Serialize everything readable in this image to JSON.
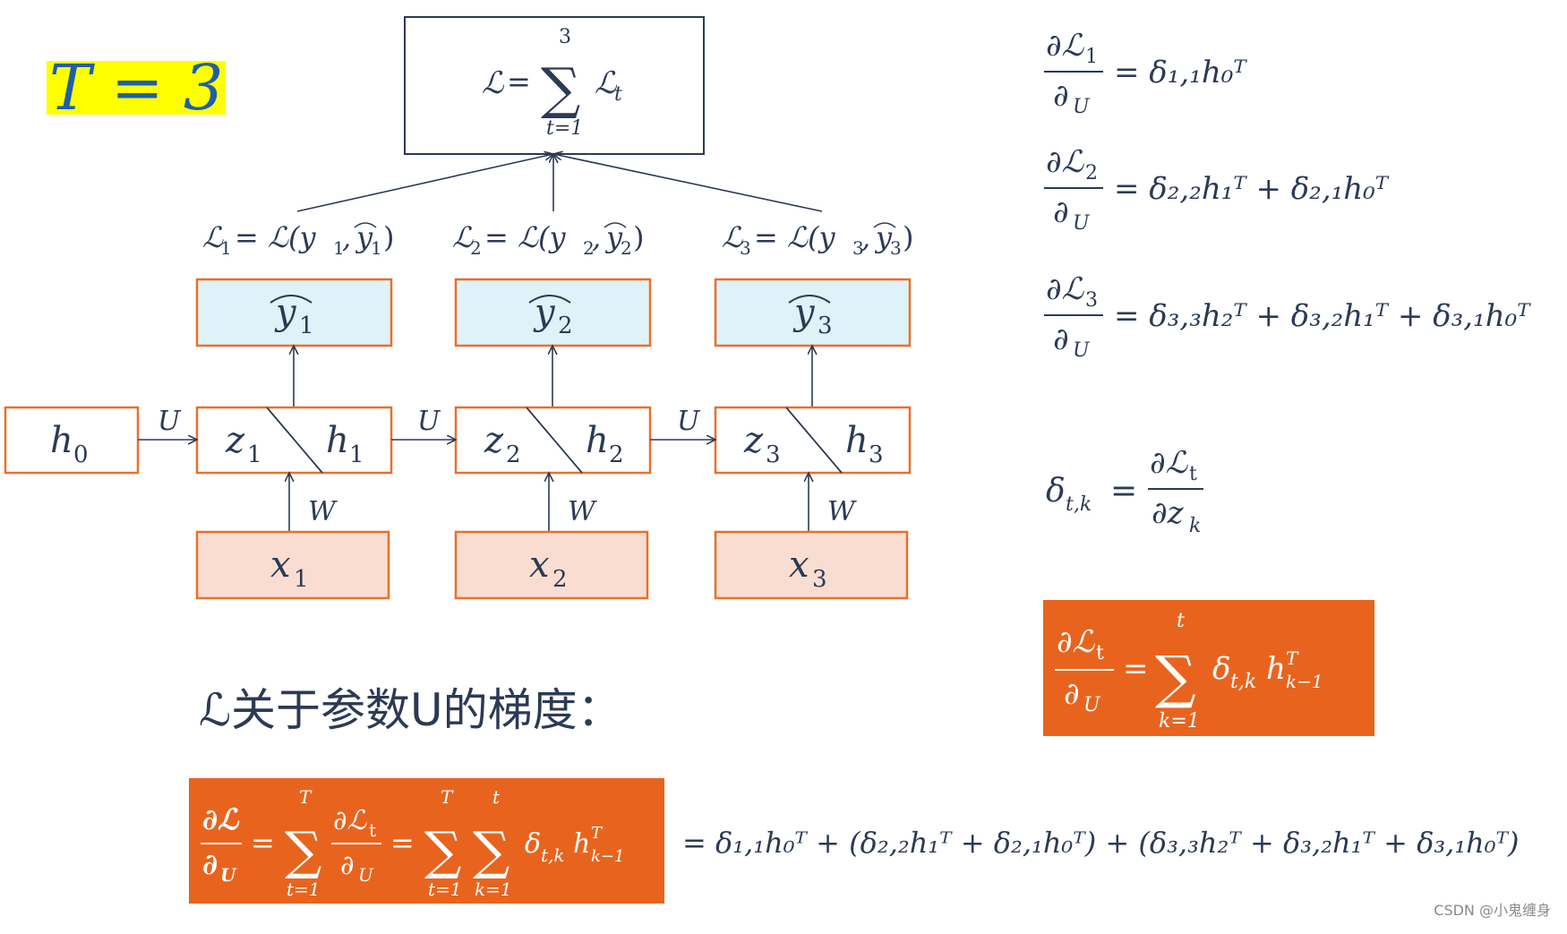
{
  "title": {
    "text": "T = 3"
  },
  "top_loss": {
    "lhs": "ℒ",
    "eq": "=",
    "sum_top": "3",
    "sum_bottom": "t=1",
    "term": "ℒ",
    "term_sub": "t"
  },
  "losses": [
    {
      "lhs": "ℒ",
      "sub": "1",
      "rhs_pre": "= ℒ(y",
      "rhs_mid": ", ",
      "hat": "y",
      "close": ")"
    },
    {
      "lhs": "ℒ",
      "sub": "2",
      "rhs_pre": "= ℒ(y",
      "rhs_mid": ", ",
      "hat": "y",
      "close": ")"
    },
    {
      "lhs": "ℒ",
      "sub": "3",
      "rhs_pre": "= ℒ(y",
      "rhs_mid": ", ",
      "hat": "y",
      "close": ")"
    }
  ],
  "outputs": [
    {
      "label": "y",
      "sub": "1"
    },
    {
      "label": "y",
      "sub": "2"
    },
    {
      "label": "y",
      "sub": "3"
    }
  ],
  "hidden": [
    {
      "z": "z",
      "h": "h",
      "sub": "1"
    },
    {
      "z": "z",
      "h": "h",
      "sub": "2"
    },
    {
      "z": "z",
      "h": "h",
      "sub": "3"
    }
  ],
  "h0": {
    "label": "h",
    "sub": "0"
  },
  "inputs": [
    {
      "label": "x",
      "sub": "1"
    },
    {
      "label": "x",
      "sub": "2"
    },
    {
      "label": "x",
      "sub": "3"
    }
  ],
  "edge_labels": {
    "recurrent": "U",
    "input": "W"
  },
  "right_grads": [
    {
      "num": "∂ℒ",
      "num_sub": "1",
      "den": "∂",
      "den_sub": "U",
      "rhs": "= δ₁,₁h₀ᵀ"
    },
    {
      "num": "∂ℒ",
      "num_sub": "2",
      "den": "∂",
      "den_sub": "U",
      "rhs": "= δ₂,₂h₁ᵀ + δ₂,₁h₀ᵀ"
    },
    {
      "num": "∂ℒ",
      "num_sub": "3",
      "den": "∂",
      "den_sub": "U",
      "rhs": "= δ₃,₃h₂ᵀ + δ₃,₂h₁ᵀ + δ₃,₁h₀ᵀ"
    }
  ],
  "delta_def": {
    "lhs": "δ",
    "lhs_sub": "t,k",
    "eq": "=",
    "num": "∂ℒ",
    "num_sub": "t",
    "den": "∂z",
    "den_sub": "k"
  },
  "box_formula": {
    "num": "∂ℒ",
    "num_sub": "t",
    "den": "∂",
    "den_sub": "U",
    "eq": "=",
    "sum_top": "t",
    "sum_bottom": "k=1",
    "term": "δ",
    "term_sub": "t,k",
    "h": "h",
    "h_sup": "T",
    "h_sub": "k−1"
  },
  "caption": {
    "text": "ℒ关于参数U的梯度："
  },
  "bottom_formula": {
    "num": "∂ℒ",
    "den": "∂",
    "den_sub": "U",
    "eq": "=",
    "s1_top": "T",
    "s1_bottom": "t=1",
    "frac_num": "∂ℒ",
    "frac_num_sub": "t",
    "frac_den": "∂",
    "frac_den_sub": "U",
    "s2_top": "T",
    "s2_bottom": "t=1",
    "s3_top": "t",
    "s3_bottom": "k=1",
    "term": "δ",
    "term_sub": "t,k",
    "h": "h",
    "h_sup": "T",
    "h_sub": "k−1",
    "expansion": "= δ₁,₁h₀ᵀ + (δ₂,₂h₁ᵀ + δ₂,₁h₀ᵀ) + (δ₃,₃h₂ᵀ + δ₃,₂h₁ᵀ + δ₃,₁h₀ᵀ)"
  },
  "watermark": {
    "text": "CSDN @小鬼缠身"
  },
  "colors": {
    "orange_border": "#e8702a",
    "cyan_fill": "#dff2f8",
    "pink_fill": "#f9ddd0",
    "orange_fill": "#e8641e",
    "highlight": "#ffff00",
    "title_blue": "#1f5fa8",
    "ink": "#2b3a55"
  }
}
